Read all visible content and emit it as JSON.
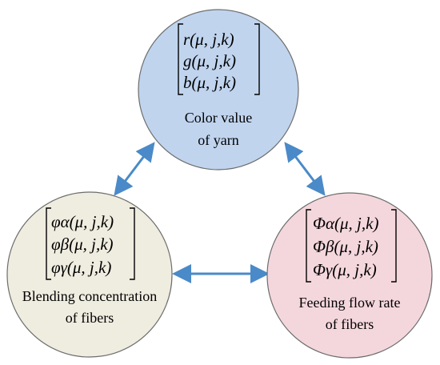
{
  "colors": {
    "arrow": "#4a8ac8",
    "top_node_fill": "#c0d4ee",
    "left_node_fill": "#efece0",
    "right_node_fill": "#f4d7dd",
    "node_stroke": "#6d6d6d"
  },
  "nodes": {
    "top": {
      "matrix": [
        "r(μ, j,k)",
        "g(μ, j,k)",
        "b(μ, j,k)"
      ],
      "label_lines": [
        "Color value",
        "of yarn"
      ]
    },
    "left": {
      "matrix": [
        "φα(μ, j,k)",
        "φβ(μ, j,k)",
        "φγ(μ, j,k)"
      ],
      "label_lines": [
        "Blending concentration",
        "of fibers"
      ]
    },
    "right": {
      "matrix": [
        "Φα(μ, j,k)",
        "Φβ(μ, j,k)",
        "Φγ(μ, j,k)"
      ],
      "label_lines": [
        "Feeding flow rate",
        "of fibers"
      ]
    }
  },
  "edges": [
    {
      "from": "top",
      "to": "left",
      "arrow": "double-headed"
    },
    {
      "from": "top",
      "to": "right",
      "arrow": "double-headed"
    },
    {
      "from": "left",
      "to": "right",
      "arrow": "double-headed"
    }
  ]
}
